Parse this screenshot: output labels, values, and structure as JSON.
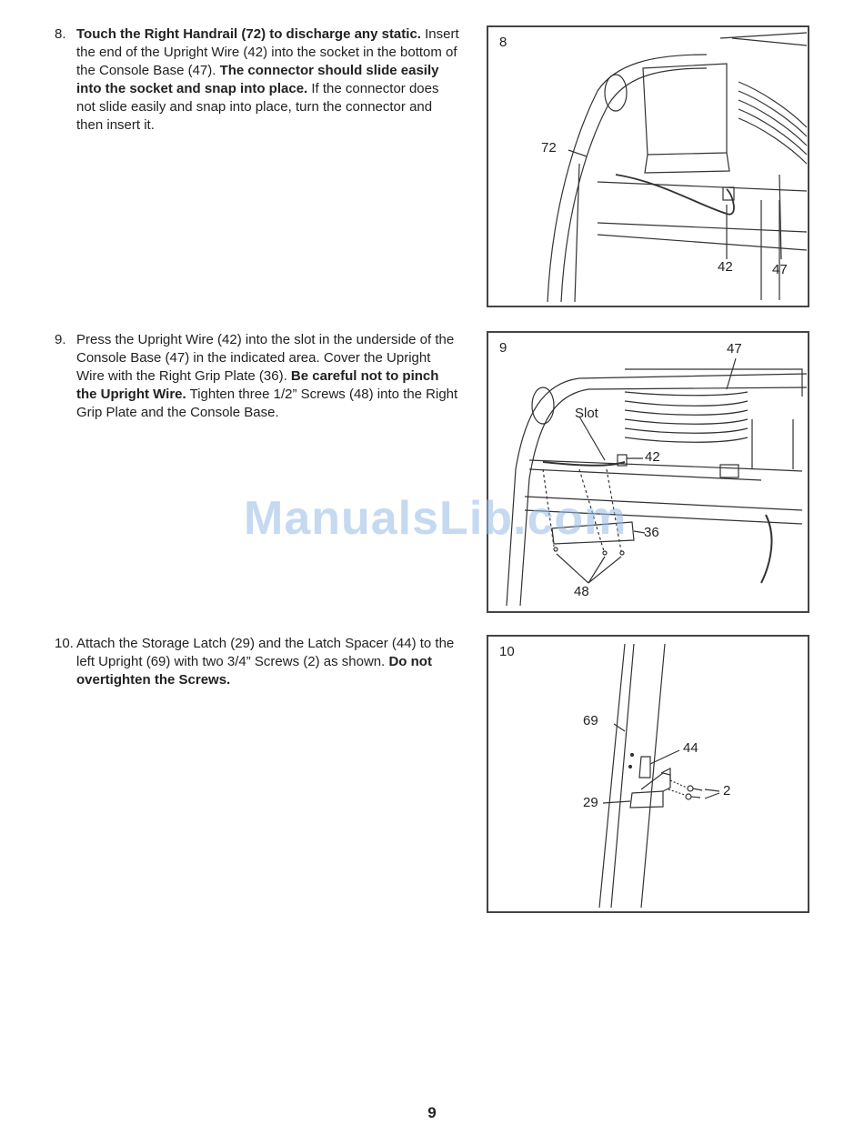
{
  "steps": [
    {
      "number": "8.",
      "bold1": "Touch the Right Handrail (72) to discharge any static.",
      "text1": " Insert the end of the Upright Wire (42) into the socket in the bottom of the Console Base (47). ",
      "bold2": "The connector should slide easily into the socket and snap into place.",
      "text2": " If the connector does not slide easily and snap into place, turn the connector and then insert it."
    },
    {
      "number": "9.",
      "text1": "Press the Upright Wire (42) into the slot in the underside of the Console Base (47) in the indicated area. Cover the Upright Wire with the Right Grip Plate (36). ",
      "bold1": "Be careful not to pinch the Upright Wire.",
      "text2": " Tighten three 1/2” Screws (48) into the Right Grip Plate and the Console Base."
    },
    {
      "number": "10.",
      "text1": "Attach the Storage Latch (29) and the Latch Spacer (44) to the left Upright (69) with two 3/4” Screws (2) as shown. ",
      "bold1": "Do not overtighten the Screws."
    }
  ],
  "figures": [
    {
      "number": "8",
      "labels": {
        "handrail": "72",
        "wire": "42",
        "base": "47"
      }
    },
    {
      "number": "9",
      "labels": {
        "base": "47",
        "slot": "Slot",
        "wire": "42",
        "plate": "36",
        "screws": "48"
      }
    },
    {
      "number": "10",
      "labels": {
        "upright": "69",
        "spacer": "44",
        "screws": "2",
        "latch": "29"
      }
    }
  ],
  "watermark": "ManualsLib.com",
  "page_number": "9"
}
